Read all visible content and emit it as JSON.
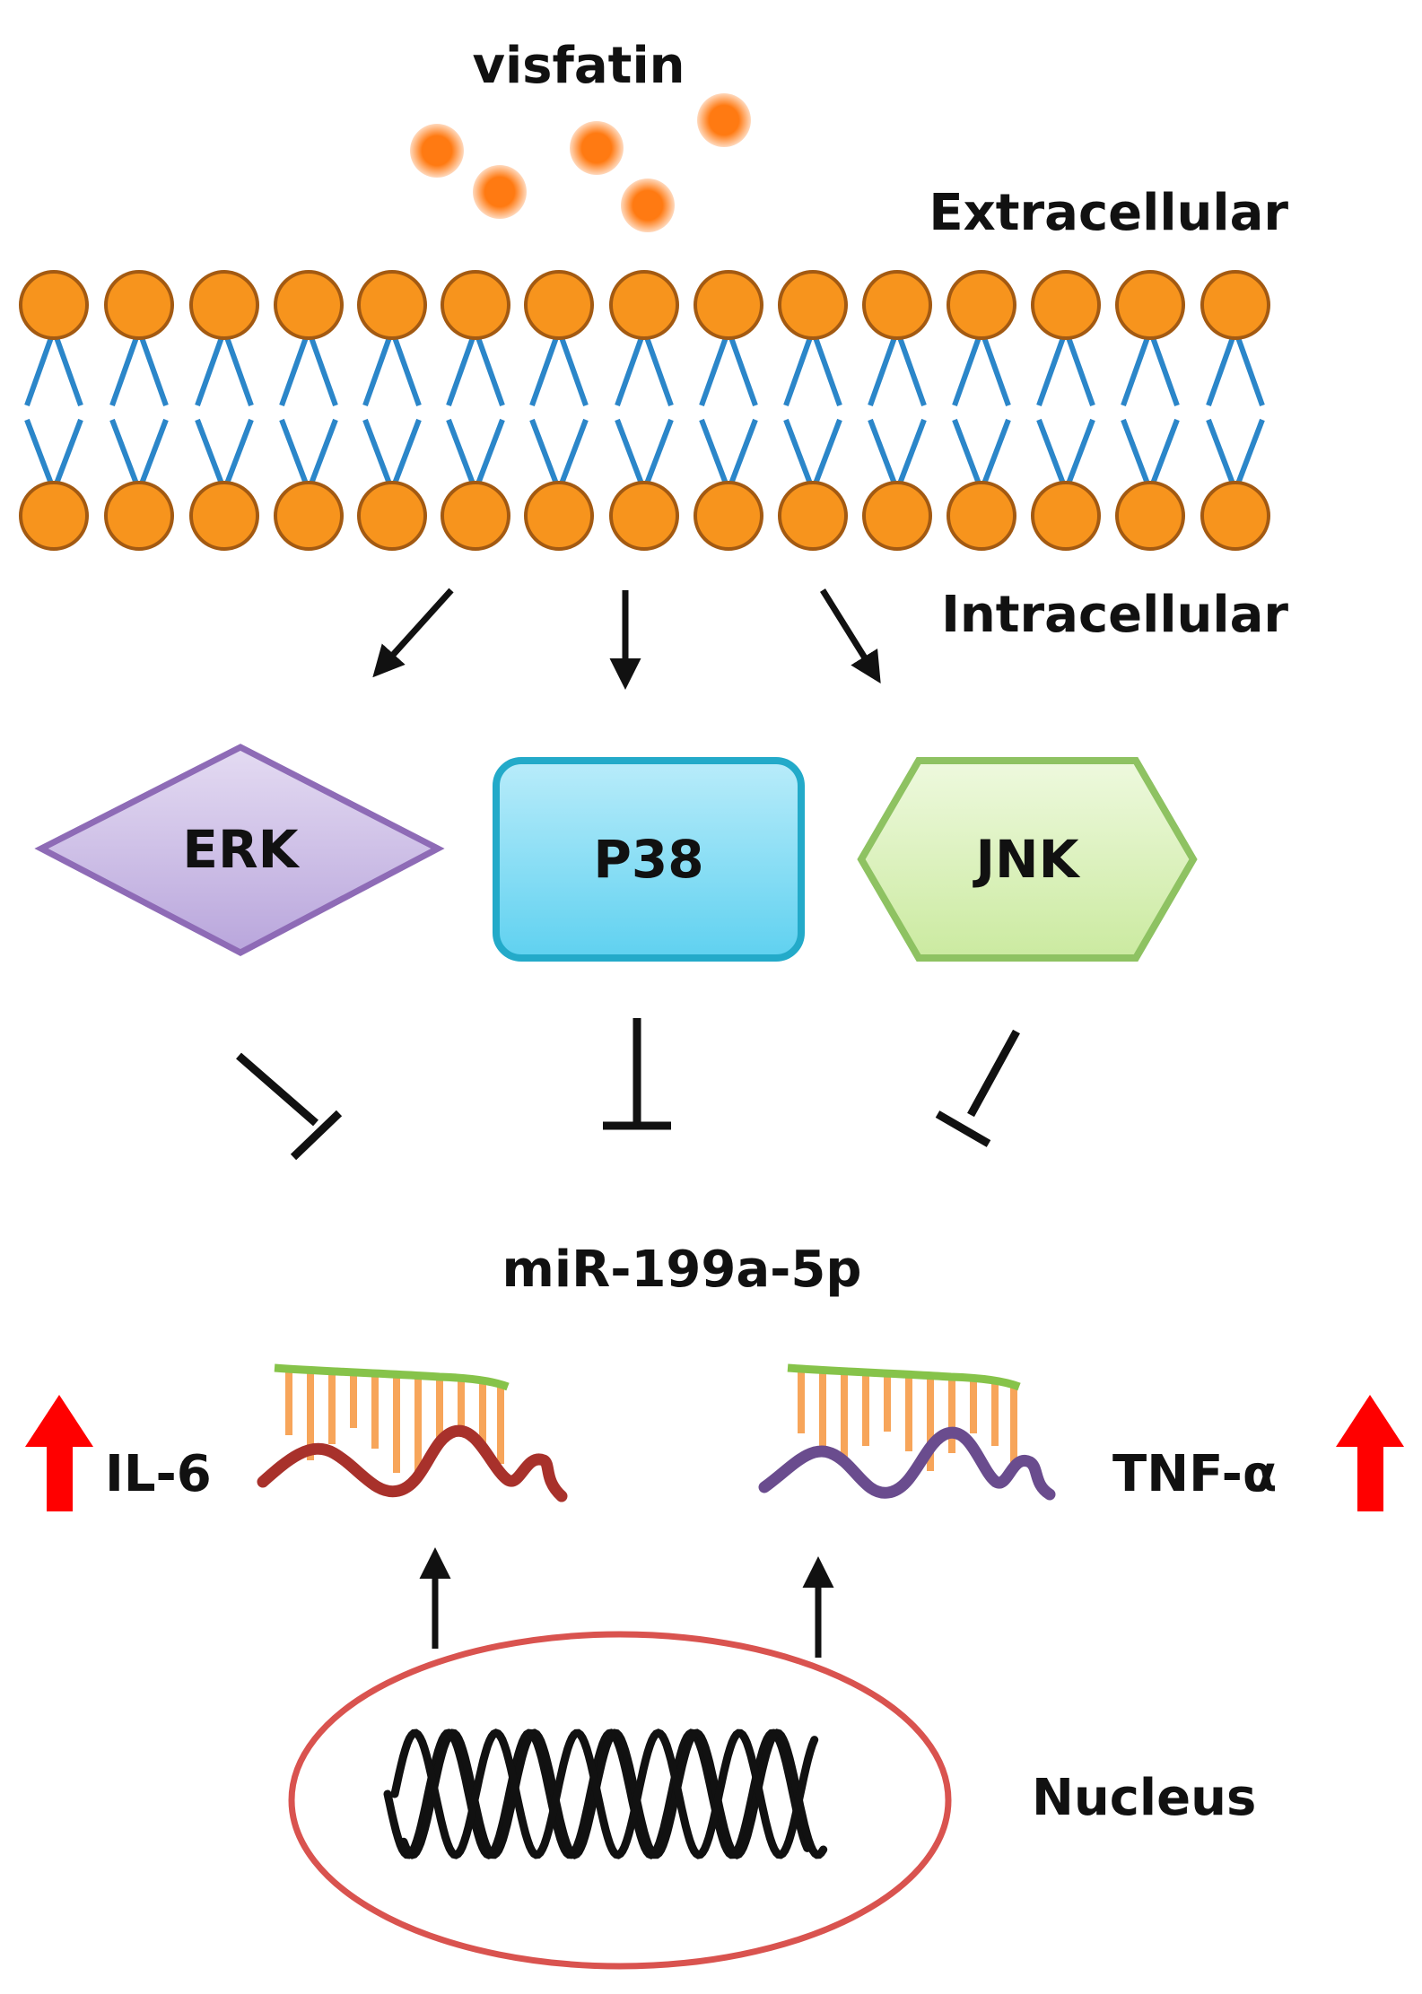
{
  "labels": {
    "ligand": "visfatin",
    "extracellular": "Extracellular",
    "intracellular": "Intracellular",
    "mirna": "miR-199a-5p",
    "il6": "IL-6",
    "tnf": "TNF-α",
    "nucleus": "Nucleus"
  },
  "kinases": [
    {
      "id": "erk",
      "label": "ERK",
      "shape": "diamond",
      "fill": "#c8b8e4",
      "stroke": "#8e6bb6"
    },
    {
      "id": "p38",
      "label": "P38",
      "shape": "rounded-rect",
      "fill": "#7fdcf4",
      "stroke": "#23aac9"
    },
    {
      "id": "jnk",
      "label": "JNK",
      "shape": "hexagon",
      "fill": "#d6f0b4",
      "stroke": "#8ec262"
    }
  ],
  "colors": {
    "lipid_head": "#f7941d",
    "lipid_head_stroke": "#a35a12",
    "lipid_tail": "#2b86c9",
    "visfatin_particle": "#ff7a12",
    "visfatin_glow": "#ffc8a0",
    "up_arrow": "#ff0000",
    "il6_mrna": "#a8312b",
    "tnf_mrna": "#6a4c8e",
    "mirna_strand": "#86c34a",
    "mirna_pairs": "#f7a55a",
    "nucleus": "#d9534f",
    "dna": "#111111"
  },
  "icons": [
    "up-arrow-icon",
    "activation-arrow-icon",
    "inhibition-bar-icon",
    "dna-helix-icon"
  ]
}
